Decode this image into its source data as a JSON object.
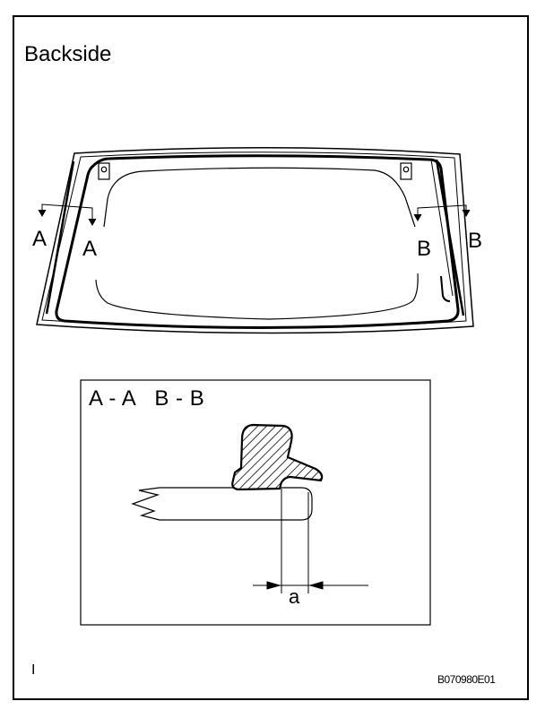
{
  "title": "Backside",
  "section_labels": {
    "a_left": "A",
    "a_right": "A",
    "b_left": "B",
    "b_right": "B"
  },
  "detail": {
    "title": "A - A   B - B",
    "dimension_label": "a"
  },
  "footer": {
    "marker": "I",
    "figure_code": "B070980E01"
  },
  "colors": {
    "line": "#000000",
    "background": "#ffffff"
  }
}
